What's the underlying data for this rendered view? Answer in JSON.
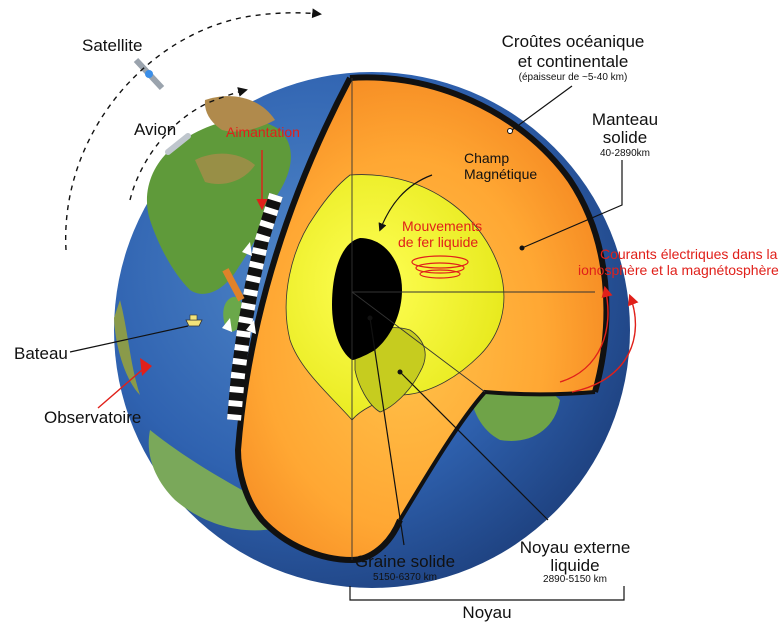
{
  "labels": {
    "satellite": "Satellite",
    "avion": "Avion",
    "aimantation": "Aimantation",
    "bateau": "Bateau",
    "observatoire": "Observatoire",
    "croutes_title_1": "Croûtes océanique",
    "croutes_title_2": "et continentale",
    "croutes_sub": "(épaisseur de ~5-40 km)",
    "manteau_title_1": "Manteau",
    "manteau_title_2": "solide",
    "manteau_sub": "40-2890km",
    "champ_1": "Champ",
    "champ_2": "Magnétique",
    "mouvements_1": "Mouvements",
    "mouvements_2": "de fer liquide",
    "courants_1": "Courants électriques dans la",
    "courants_2": "ionosphère et la magnétosphère",
    "graine_title": "Graine solide",
    "graine_sub": "5150-6370 km",
    "noyau_ext_1": "Noyau externe",
    "noyau_ext_2": "liquide",
    "noyau_ext_sub": "2890-5150 km",
    "noyau": "Noyau"
  },
  "colors": {
    "ocean": "#2f62b0",
    "land_green": "#5f9a3a",
    "land_brown": "#b08a4c",
    "mantle_outer": "#f07b1a",
    "mantle_inner": "#ffa733",
    "outer_core": "#eef01a",
    "inner_core_dark": "#c6cc1f",
    "crust": "#111111",
    "red_annotation": "#e0201a"
  }
}
